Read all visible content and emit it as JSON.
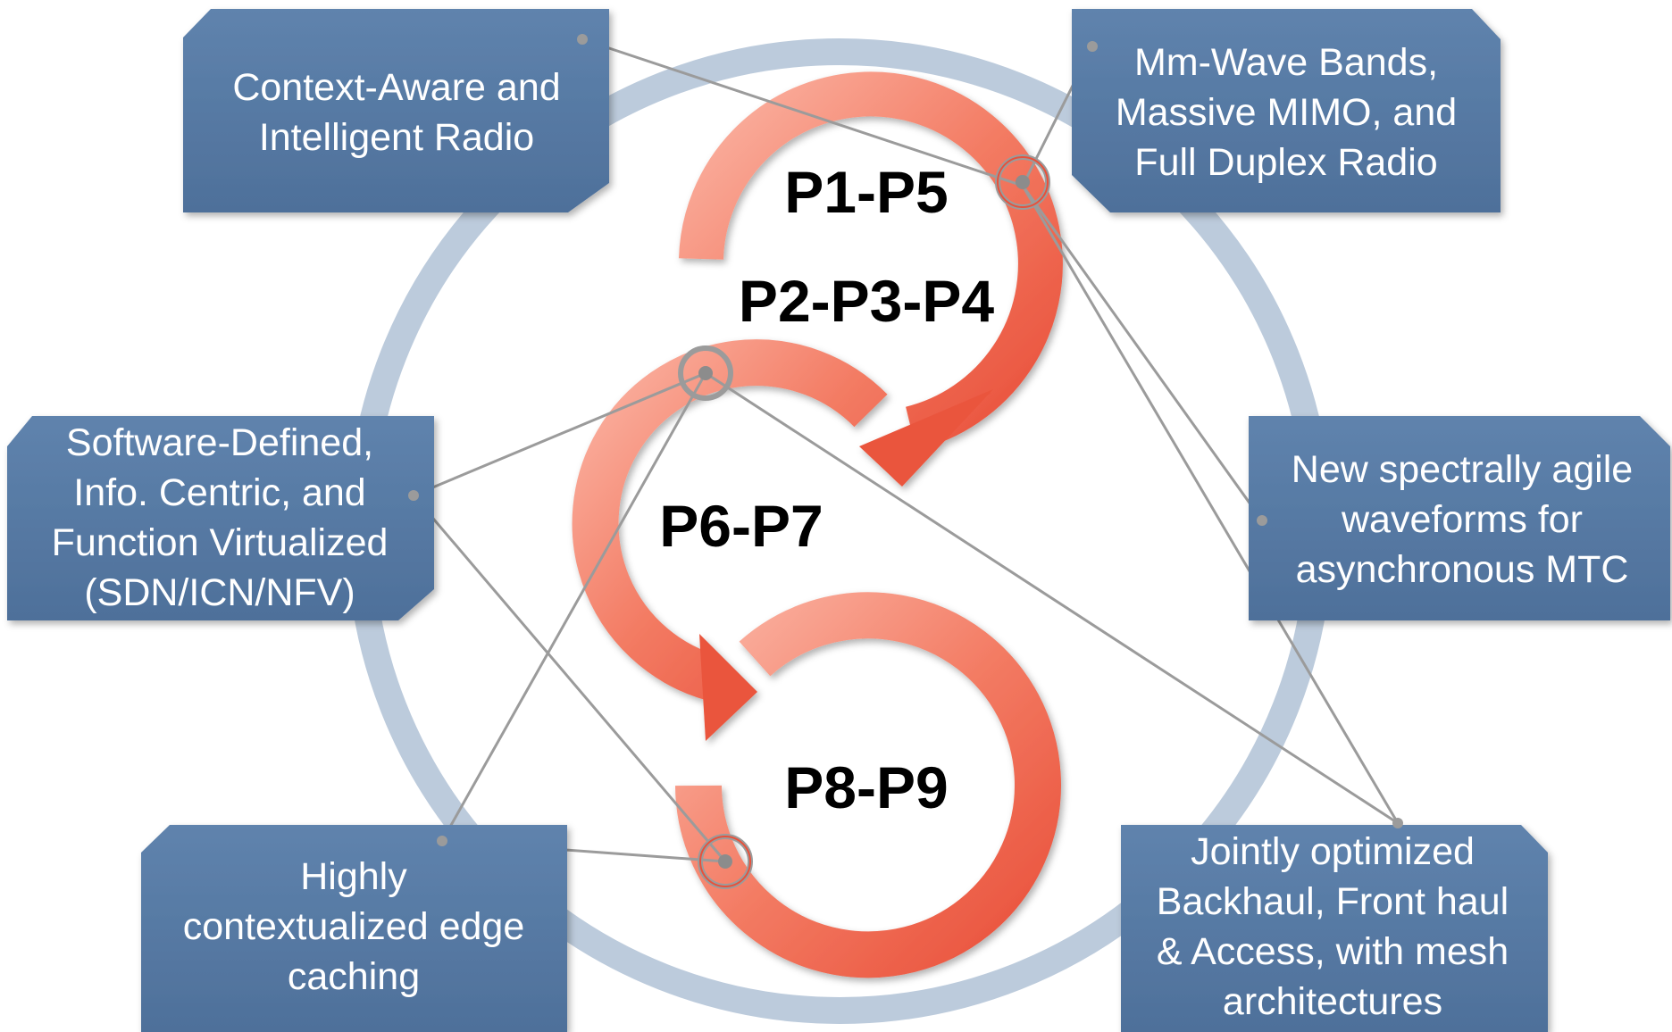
{
  "boxes": {
    "context_aware": {
      "lines": [
        "Context-Aware and",
        "Intelligent Radio"
      ]
    },
    "mmwave": {
      "lines": [
        "Mm-Wave Bands,",
        "Massive MIMO, and",
        "Full Duplex Radio"
      ]
    },
    "sdn": {
      "lines": [
        "Software-Defined,",
        "Info. Centric, and",
        "Function Virtualized",
        "(SDN/ICN/NFV)"
      ]
    },
    "waveforms": {
      "lines": [
        "New spectrally agile",
        "waveforms for",
        "asynchronous MTC"
      ]
    },
    "edge_caching": {
      "lines": [
        "Highly",
        "contextualized edge",
        "caching"
      ]
    },
    "backhaul": {
      "lines": [
        "Jointly optimized",
        "Backhaul, Front haul",
        "& Access, with mesh",
        "architectures"
      ]
    }
  },
  "phases": {
    "p1_p5": "P1-P5",
    "p2_p3_p4": "P2-P3-P4",
    "p6_p7": "P6-P7",
    "p8_p9": "P8-P9"
  },
  "colors": {
    "box_fill": "#5679a3",
    "ring": "#bccbdc",
    "arrow": "#f06a4f",
    "connector": "#9b9b9b"
  }
}
